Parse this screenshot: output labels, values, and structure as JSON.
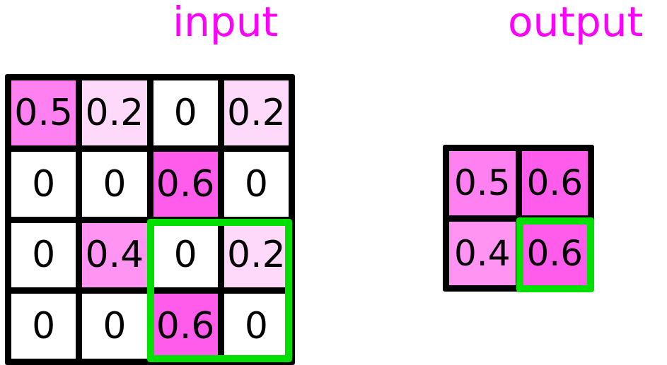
{
  "labels": {
    "input": "input",
    "output": "output"
  },
  "colors": {
    "label_color": "#f породf",
    "label": "#f000f0",
    "magenta": "#ff00ff",
    "grid_border": "#000000",
    "highlight_green": "#00e000",
    "background": "#ffffff",
    "value_0": "#ffffff",
    "value_0_2": "#ffd9fa",
    "value_0_4": "#ff94f2",
    "value_0_5": "#ff80f0",
    "value_0_6": "#ff5cec"
  },
  "chart_data": {
    "type": "heatmap",
    "title": "",
    "operation": "max-pooling",
    "input": {
      "label": "input",
      "rows": 4,
      "cols": 4,
      "values": [
        [
          0.5,
          0.2,
          0.0,
          0.2
        ],
        [
          0.0,
          0.0,
          0.6,
          0.0
        ],
        [
          0.0,
          0.4,
          0.0,
          0.2
        ],
        [
          0.0,
          0.0,
          0.6,
          0.0
        ]
      ],
      "display": [
        [
          "0.5",
          "0.2",
          "0",
          "0.2"
        ],
        [
          "0",
          "0",
          "0.6",
          "0"
        ],
        [
          "0",
          "0.4",
          "0",
          "0.2"
        ],
        [
          "0",
          "0",
          "0.6",
          "0"
        ]
      ],
      "cell_colors": [
        [
          "#ff80f0",
          "#ffd9fa",
          "#ffffff",
          "#ffd9fa"
        ],
        [
          "#ffffff",
          "#ffffff",
          "#ff5cec",
          "#ffffff"
        ],
        [
          "#ffffff",
          "#ff94f2",
          "#ffffff",
          "#ffd9fa"
        ],
        [
          "#ffffff",
          "#ffffff",
          "#ff5cec",
          "#ffffff"
        ]
      ],
      "highlight_window": {
        "row_start": 2,
        "col_start": 2,
        "row_end": 3,
        "col_end": 3,
        "color": "#00e000"
      }
    },
    "output": {
      "label": "output",
      "rows": 2,
      "cols": 2,
      "values": [
        [
          0.5,
          0.6
        ],
        [
          0.4,
          0.6
        ]
      ],
      "display": [
        [
          "0.5",
          "0.6"
        ],
        [
          "0.4",
          "0.6"
        ]
      ],
      "cell_colors": [
        [
          "#ff80f0",
          "#ff5cec"
        ],
        [
          "#ff94f2",
          "#ff5cec"
        ]
      ],
      "highlight_cell": {
        "row": 1,
        "col": 1,
        "color": "#00e000"
      }
    }
  }
}
